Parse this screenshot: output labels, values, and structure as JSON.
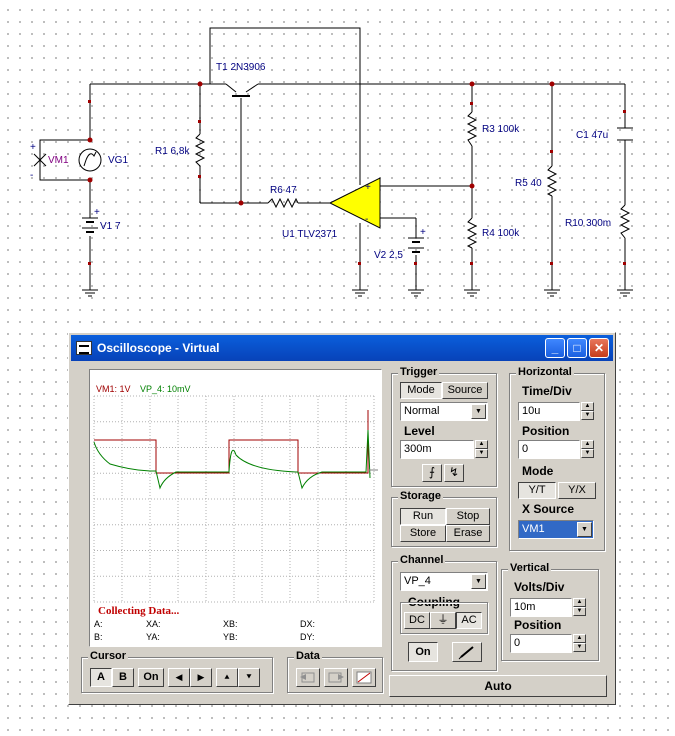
{
  "schematic": {
    "labels": {
      "t1": "T1 2N3906",
      "r1": "R1 6,8k",
      "r6": "R6 47",
      "u1": "U1 TLV2371",
      "vg1": "VG1",
      "vm1": "VM1",
      "v1": "V1 7",
      "v2": "V2 2,5",
      "r3": "R3 100k",
      "r4": "R4 100k",
      "r5": "R5 40",
      "c1": "C1 47u",
      "r10": "R10 300m"
    }
  },
  "window": {
    "title": "Oscilloscope - Virtual",
    "minimize": "_",
    "maximize": "□",
    "close": "✕"
  },
  "screen": {
    "legend_vm1": "VM1: 1V",
    "legend_vp4": "VP_4: 10mV",
    "status": "Collecting Data...",
    "readouts": {
      "a": "A:",
      "xa": "XA:",
      "xb": "XB:",
      "dx": "DX:",
      "b": "B:",
      "ya": "YA:",
      "yb": "YB:",
      "dy": "DY:"
    }
  },
  "trigger": {
    "title": "Trigger",
    "tab_mode": "Mode",
    "tab_source": "Source",
    "mode_value": "Normal",
    "level_label": "Level",
    "level_value": "300m",
    "rising_edge": "⨍",
    "falling_edge": "↯"
  },
  "horizontal": {
    "title": "Horizontal",
    "timediv_label": "Time/Div",
    "timediv_value": "10u",
    "position_label": "Position",
    "position_value": "0",
    "mode_label": "Mode",
    "mode_yt": "Y/T",
    "mode_yx": "Y/X",
    "xsource_label": "X Source",
    "xsource_value": "VM1"
  },
  "storage": {
    "title": "Storage",
    "run": "Run",
    "stop": "Stop",
    "store": "Store",
    "erase": "Erase"
  },
  "channel": {
    "title": "Channel",
    "value": "VP_4",
    "coupling_label": "Coupling",
    "dc": "DC",
    "gnd": "⏚",
    "ac": "AC",
    "on": "On"
  },
  "vertical": {
    "title": "Vertical",
    "voltsdiv_label": "Volts/Div",
    "voltsdiv_value": "10m",
    "position_label": "Position",
    "position_value": "0"
  },
  "cursor": {
    "title": "Cursor",
    "a": "A",
    "b": "B",
    "on": "On",
    "left": "◀",
    "right": "▶",
    "up": "⯅",
    "down": "⯆"
  },
  "data_group": {
    "title": "Data"
  },
  "auto": "Auto",
  "colors": {
    "vm1_trace": "#a00000",
    "vp4_trace": "#008000",
    "status": "#c00000",
    "wire": "#a00000",
    "opamp": "#ffff00",
    "label": "#000080"
  }
}
